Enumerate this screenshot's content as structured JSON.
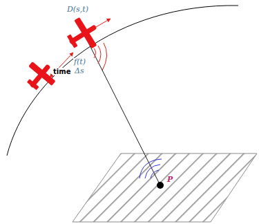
{
  "diagram": {
    "labels": [
      "D(s,t)",
      "f(t)",
      "time",
      "Δs",
      "P"
    ]
  }
}
